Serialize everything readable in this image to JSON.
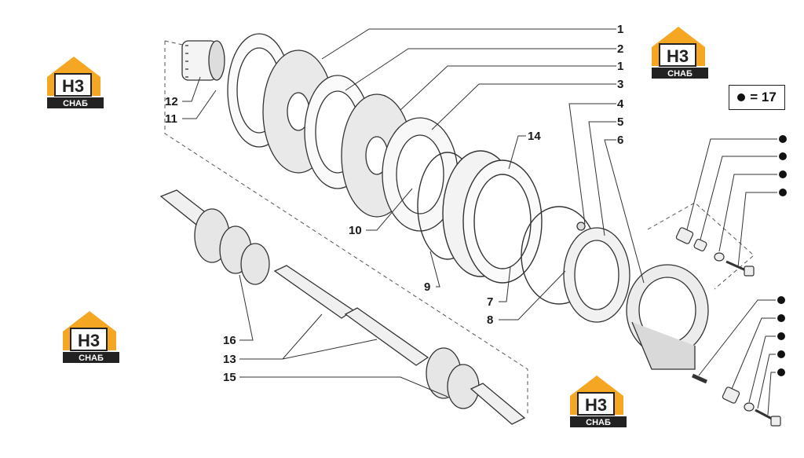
{
  "callouts": {
    "c1a": "1",
    "c2": "2",
    "c1b": "1",
    "c3": "3",
    "c4": "4",
    "c5": "5",
    "c6": "6",
    "c14": "14",
    "c12": "12",
    "c11": "11",
    "c10": "10",
    "c9": "9",
    "c7": "7",
    "c8": "8",
    "c16": "16",
    "c13": "13",
    "c15": "15"
  },
  "legend": {
    "equals": "= 17"
  },
  "logo": {
    "top": "H3",
    "bottom": "CHAБ"
  },
  "colors": {
    "logo_orange": "#f5a623",
    "logo_dark": "#222222",
    "line": "#333333"
  }
}
